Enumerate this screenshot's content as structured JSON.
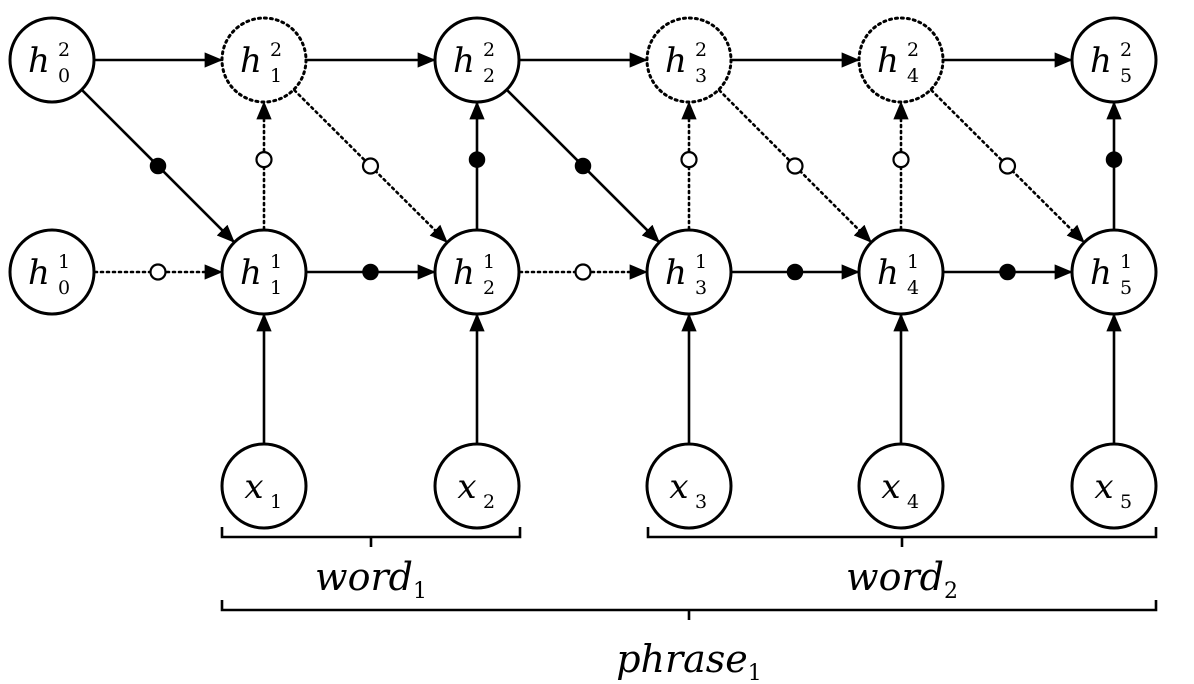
{
  "nodes": {
    "h2_0": {
      "base": "h",
      "sup": "2",
      "sub": "0",
      "style": "solid"
    },
    "h2_1": {
      "base": "h",
      "sup": "2",
      "sub": "1",
      "style": "dotted"
    },
    "h2_2": {
      "base": "h",
      "sup": "2",
      "sub": "2",
      "style": "solid"
    },
    "h2_3": {
      "base": "h",
      "sup": "2",
      "sub": "3",
      "style": "dotted"
    },
    "h2_4": {
      "base": "h",
      "sup": "2",
      "sub": "4",
      "style": "dotted"
    },
    "h2_5": {
      "base": "h",
      "sup": "2",
      "sub": "5",
      "style": "solid"
    },
    "h1_0": {
      "base": "h",
      "sup": "1",
      "sub": "0",
      "style": "solid"
    },
    "h1_1": {
      "base": "h",
      "sup": "1",
      "sub": "1",
      "style": "solid"
    },
    "h1_2": {
      "base": "h",
      "sup": "1",
      "sub": "2",
      "style": "solid"
    },
    "h1_3": {
      "base": "h",
      "sup": "1",
      "sub": "3",
      "style": "solid"
    },
    "h1_4": {
      "base": "h",
      "sup": "1",
      "sub": "4",
      "style": "solid"
    },
    "h1_5": {
      "base": "h",
      "sup": "1",
      "sub": "5",
      "style": "solid"
    },
    "x_1": {
      "base": "x",
      "sub": "1",
      "style": "solid"
    },
    "x_2": {
      "base": "x",
      "sub": "2",
      "style": "solid"
    },
    "x_3": {
      "base": "x",
      "sub": "3",
      "style": "solid"
    },
    "x_4": {
      "base": "x",
      "sub": "4",
      "style": "solid"
    },
    "x_5": {
      "base": "x",
      "sub": "5",
      "style": "solid"
    }
  },
  "edges": [
    {
      "from": "h2_0",
      "to": "h2_1",
      "style": "solid",
      "gate": "none"
    },
    {
      "from": "h2_1",
      "to": "h2_2",
      "style": "solid",
      "gate": "none"
    },
    {
      "from": "h2_2",
      "to": "h2_3",
      "style": "solid",
      "gate": "none"
    },
    {
      "from": "h2_3",
      "to": "h2_4",
      "style": "solid",
      "gate": "none"
    },
    {
      "from": "h2_4",
      "to": "h2_5",
      "style": "solid",
      "gate": "none"
    },
    {
      "from": "h1_0",
      "to": "h1_1",
      "style": "dotted",
      "gate": "open"
    },
    {
      "from": "h1_1",
      "to": "h1_2",
      "style": "solid",
      "gate": "filled"
    },
    {
      "from": "h1_2",
      "to": "h1_3",
      "style": "dotted",
      "gate": "open"
    },
    {
      "from": "h1_3",
      "to": "h1_4",
      "style": "solid",
      "gate": "filled"
    },
    {
      "from": "h1_4",
      "to": "h1_5",
      "style": "solid",
      "gate": "filled"
    },
    {
      "from": "h2_0",
      "to": "h1_1",
      "style": "solid",
      "gate": "filled"
    },
    {
      "from": "h2_1",
      "to": "h1_2",
      "style": "dotted",
      "gate": "open"
    },
    {
      "from": "h2_2",
      "to": "h1_3",
      "style": "solid",
      "gate": "filled"
    },
    {
      "from": "h2_3",
      "to": "h1_4",
      "style": "dotted",
      "gate": "open"
    },
    {
      "from": "h2_4",
      "to": "h1_5",
      "style": "dotted",
      "gate": "open"
    },
    {
      "from": "h1_1",
      "to": "h2_1",
      "style": "dotted",
      "gate": "open"
    },
    {
      "from": "h1_2",
      "to": "h2_2",
      "style": "solid",
      "gate": "filled"
    },
    {
      "from": "h1_3",
      "to": "h2_3",
      "style": "dotted",
      "gate": "open"
    },
    {
      "from": "h1_4",
      "to": "h2_4",
      "style": "dotted",
      "gate": "open"
    },
    {
      "from": "h1_5",
      "to": "h2_5",
      "style": "solid",
      "gate": "filled"
    },
    {
      "from": "x_1",
      "to": "h1_1",
      "style": "solid",
      "gate": "none"
    },
    {
      "from": "x_2",
      "to": "h1_2",
      "style": "solid",
      "gate": "none"
    },
    {
      "from": "x_3",
      "to": "h1_3",
      "style": "solid",
      "gate": "none"
    },
    {
      "from": "x_4",
      "to": "h1_4",
      "style": "solid",
      "gate": "none"
    },
    {
      "from": "x_5",
      "to": "h1_5",
      "style": "solid",
      "gate": "none"
    }
  ],
  "groups": [
    {
      "id": "word1",
      "base": "word",
      "sub": "1",
      "covers": [
        "x_1",
        "x_2"
      ]
    },
    {
      "id": "word2",
      "base": "word",
      "sub": "2",
      "covers": [
        "x_3",
        "x_5"
      ]
    },
    {
      "id": "phrase1",
      "base": "phrase",
      "sub": "1",
      "covers": [
        "x_1",
        "x_5"
      ]
    }
  ]
}
